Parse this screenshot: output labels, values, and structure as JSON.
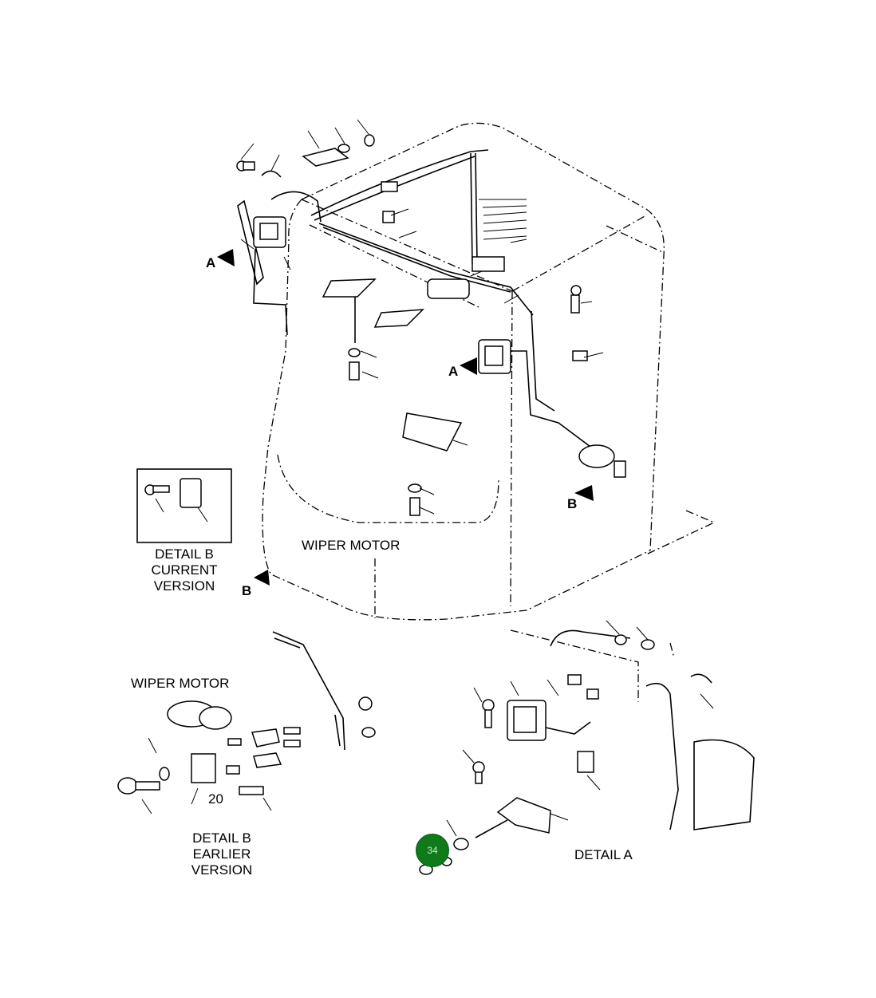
{
  "labels": {
    "wiper_motor_top": "WIPER MOTOR",
    "wiper_motor_left": "WIPER MOTOR",
    "detail_b_current": [
      "DETAIL B",
      "CURRENT",
      "VERSION"
    ],
    "detail_b_earlier": [
      "DETAIL B",
      "EARLIER",
      "VERSION"
    ],
    "detail_a": "DETAIL A"
  },
  "view_markers": {
    "a": "A",
    "b": "B"
  },
  "callout_numbers": {
    "item_20": "20"
  },
  "hotspot": {
    "label": "34",
    "color": "#0e7a1a"
  }
}
